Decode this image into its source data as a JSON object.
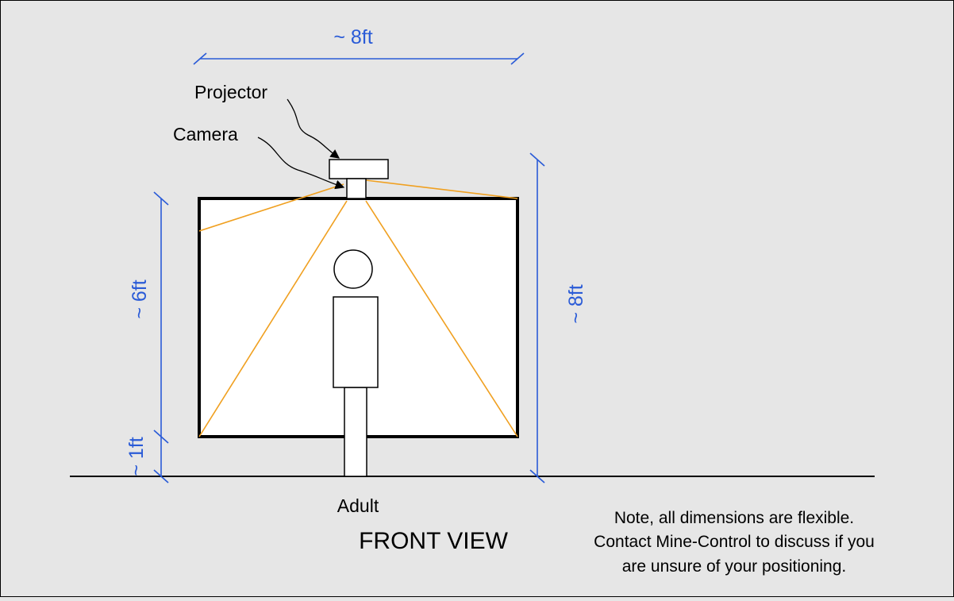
{
  "diagram": {
    "view_title": "FRONT VIEW",
    "labels": {
      "projector": "Projector",
      "camera": "Camera",
      "adult": "Adult"
    },
    "dimensions": {
      "top_width": "~ 8ft",
      "screen_height": "~ 6ft",
      "floor_gap": "~ 1ft",
      "total_height": "~ 8ft"
    },
    "note_lines": [
      "Note, all dimensions are flexible.",
      "Contact Mine-Control to discuss if you",
      "are unsure of your positioning."
    ]
  },
  "colors": {
    "background": "#e6e6e6",
    "dimension_lines": "#2a5bd7",
    "projection_lines": "#f0a020",
    "outline": "#000000"
  }
}
